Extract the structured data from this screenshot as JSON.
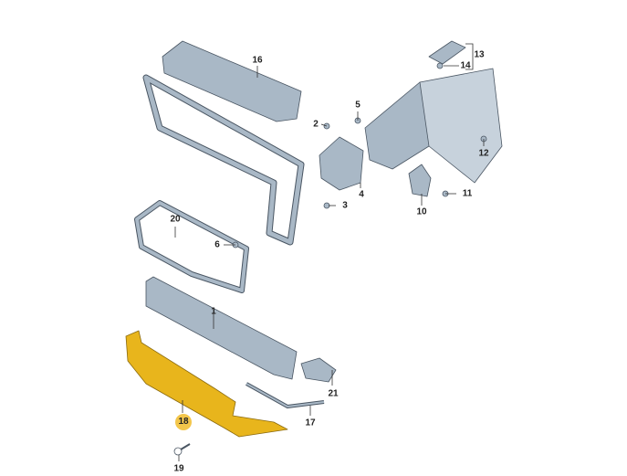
{
  "diagram": {
    "highlight_color": "#f3c64b",
    "part_color": "#a9b8c6",
    "highlighted_part_color": "#e8b51c",
    "callouts": {
      "p1": "1",
      "p2": "2",
      "p3": "3",
      "p4": "4",
      "p5": "5",
      "p6": "6",
      "p10": "10",
      "p11": "11",
      "p12": "12",
      "p13": "13",
      "p14": "14",
      "p16": "16",
      "p17": "17",
      "p18": "18",
      "p19": "19",
      "p20": "20",
      "p21": "21"
    }
  }
}
